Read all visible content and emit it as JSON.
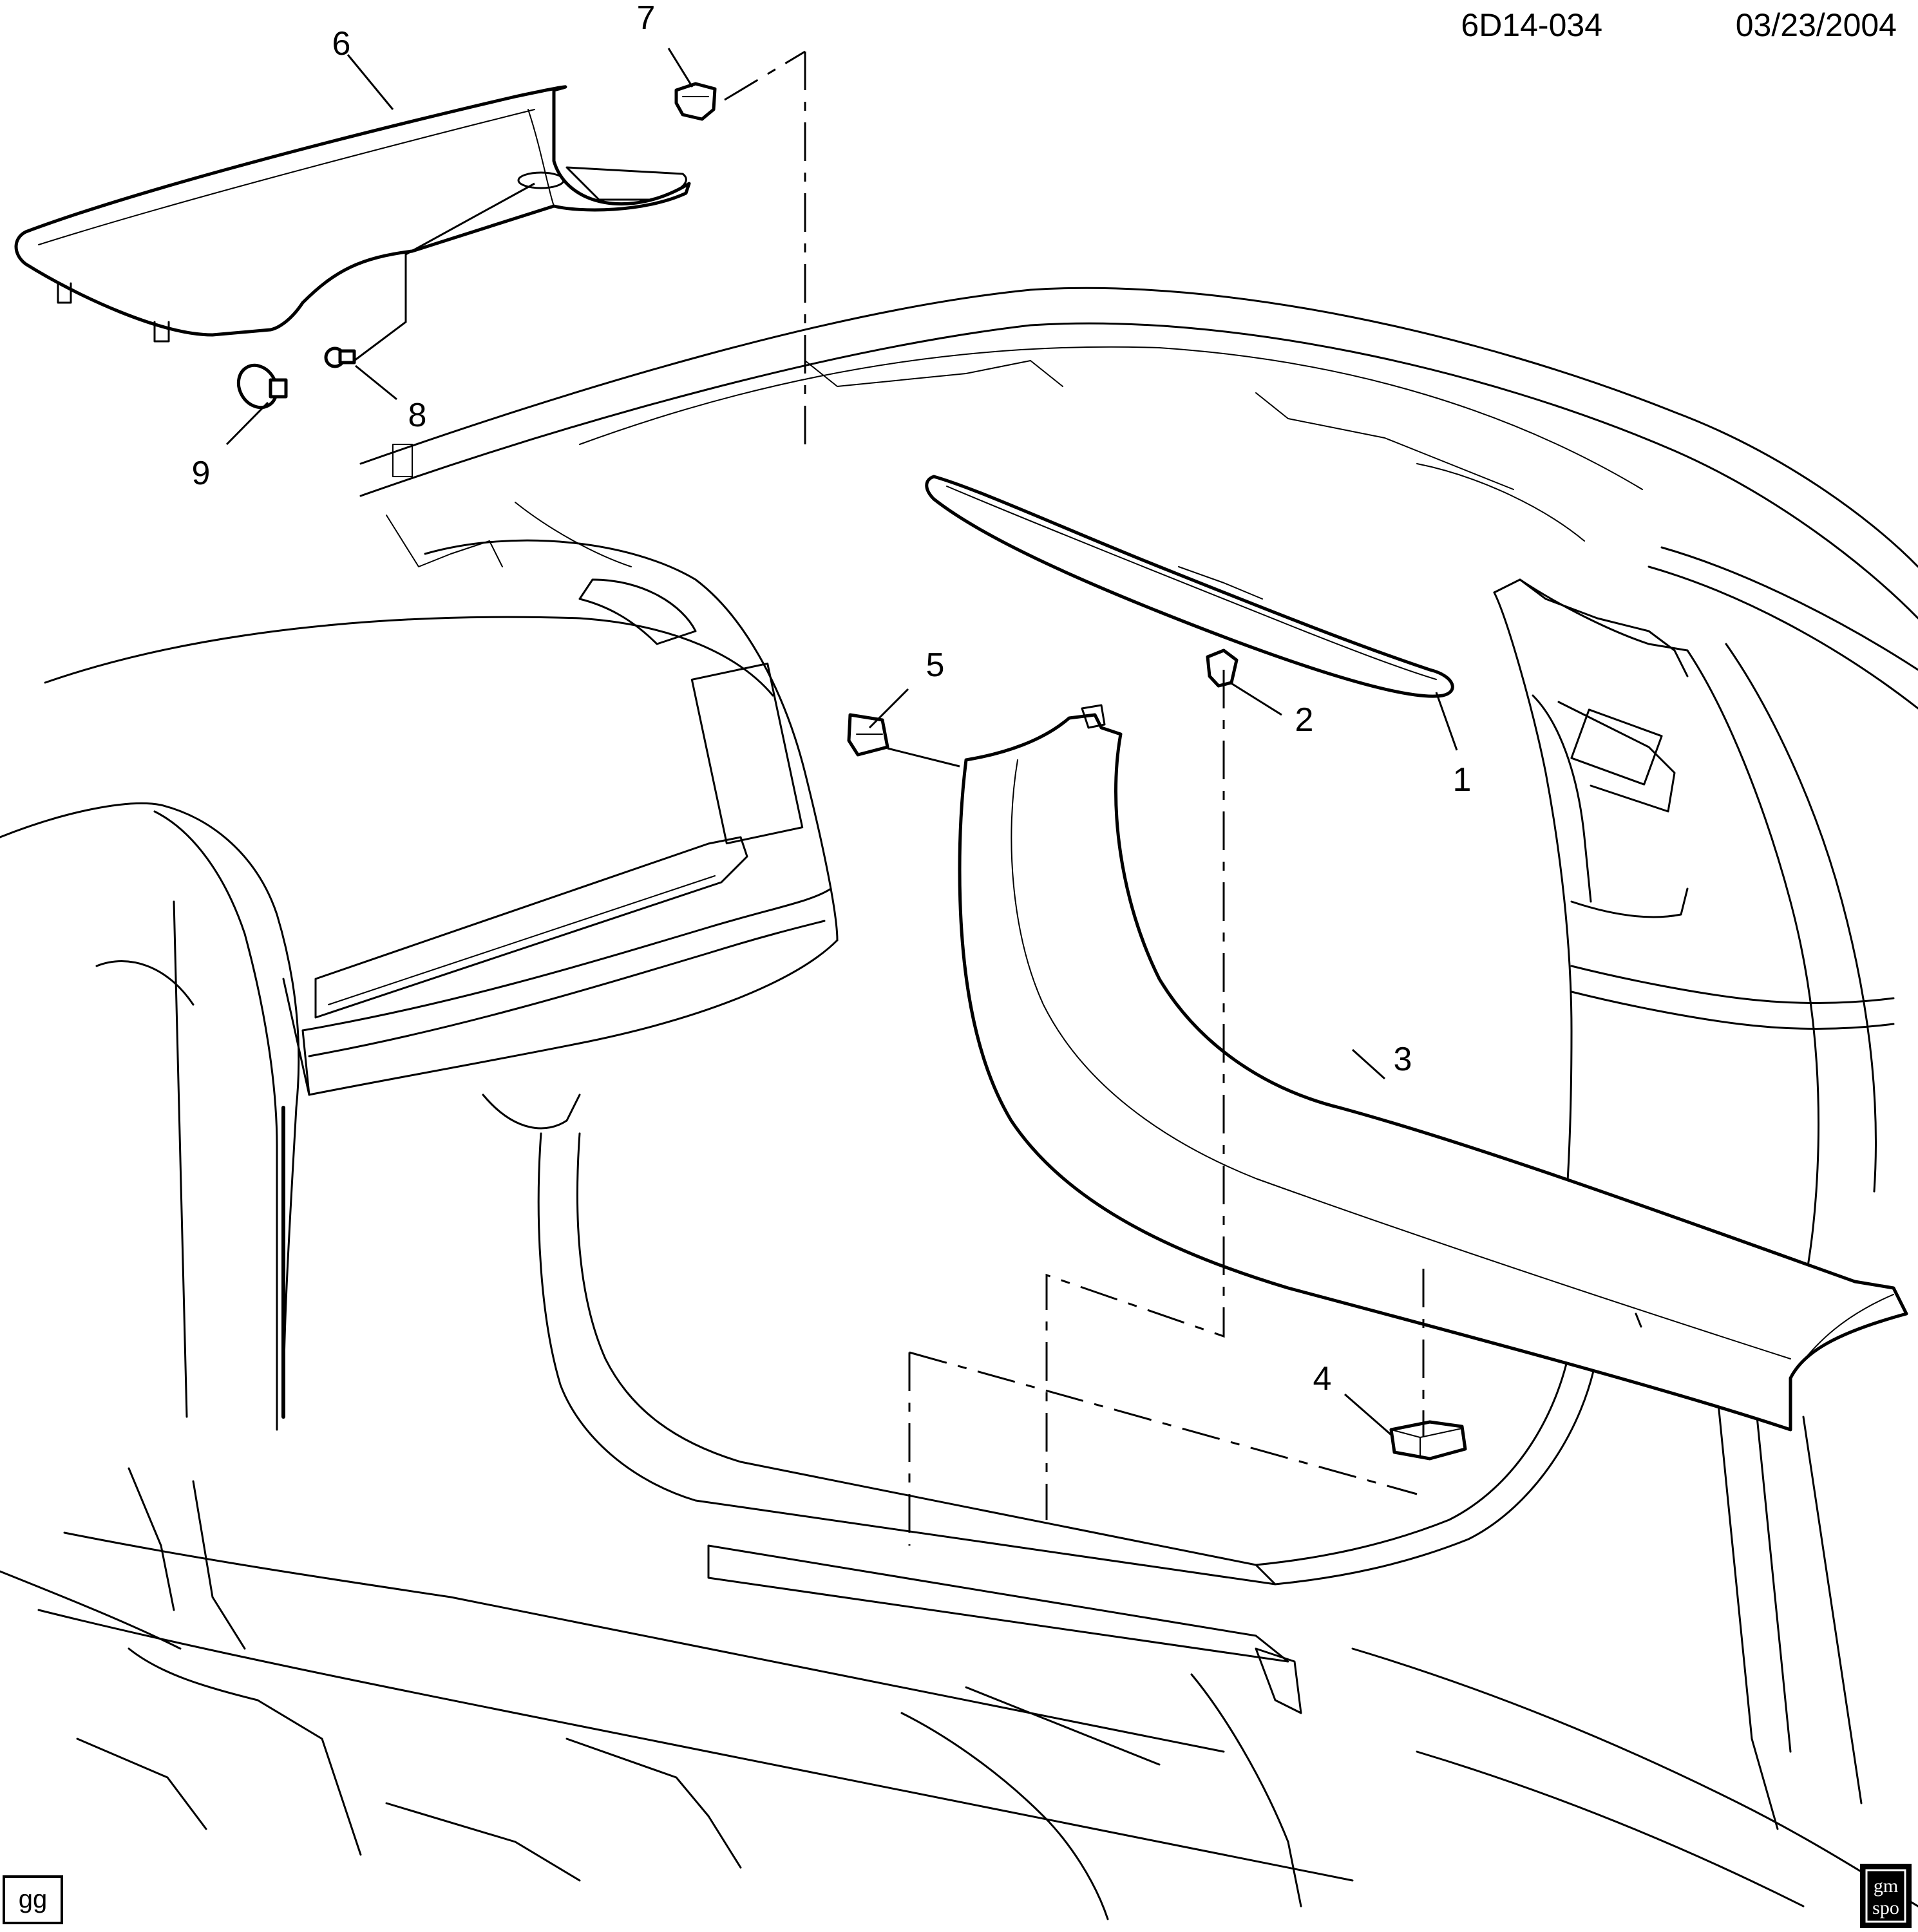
{
  "header": {
    "drawing_id": "6D14-034",
    "date": "03/23/2004"
  },
  "callouts": [
    {
      "number": "1"
    },
    {
      "number": "2"
    },
    {
      "number": "3"
    },
    {
      "number": "4"
    },
    {
      "number": "5"
    },
    {
      "number": "6"
    },
    {
      "number": "7"
    },
    {
      "number": "8"
    },
    {
      "number": "9"
    }
  ],
  "footer": {
    "illustrator_tag": "gg",
    "logo_line1": "gm",
    "logo_line2": "spo"
  }
}
